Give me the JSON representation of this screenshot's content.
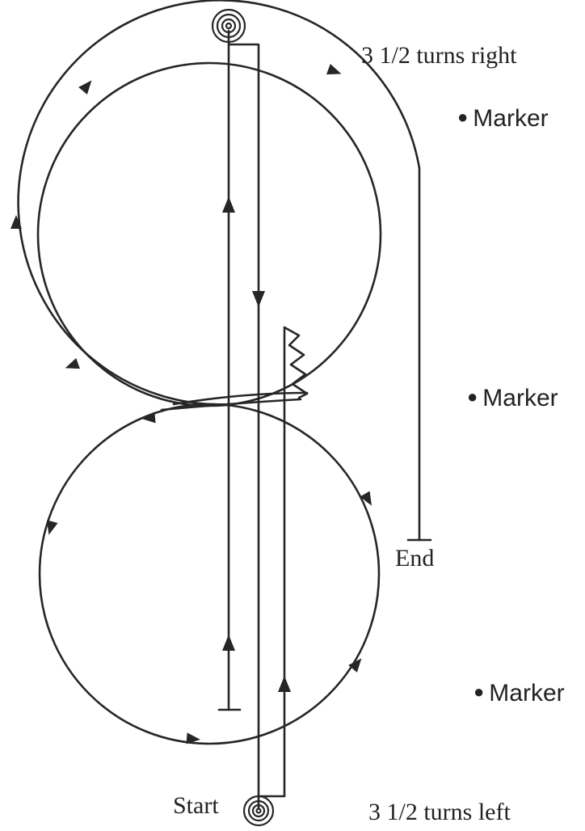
{
  "labels": {
    "top_spiral": "3 1/2 turns right",
    "bottom_spiral": "3 1/2 turns left",
    "start": "Start",
    "end": "End"
  },
  "markers": [
    {
      "label": "Marker"
    },
    {
      "label": "Marker"
    },
    {
      "label": "Marker"
    }
  ],
  "colors": {
    "line": "#262626",
    "background": "#ffffff"
  },
  "icons": {
    "spiral": "spiral-icon",
    "arrow": "arrow-head-icon",
    "bullet": "bullet-dot"
  }
}
